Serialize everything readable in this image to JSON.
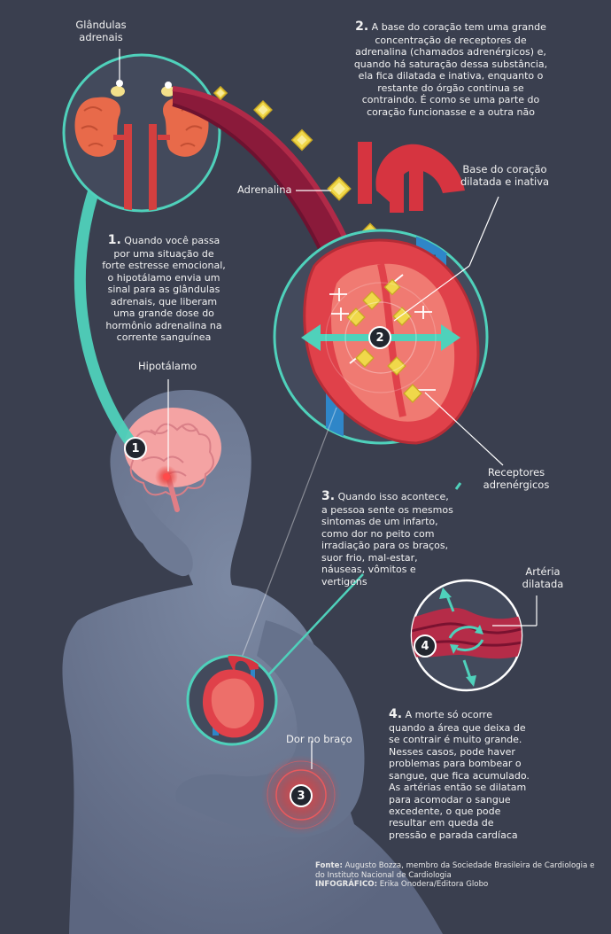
{
  "labels": {
    "adrenal_glands": "Glândulas adrenais",
    "adrenaline": "Adrenalina",
    "heart_base": "Base do coração dilatada e inativa",
    "hypothalamus": "Hipotálamo",
    "receptors": "Receptores adrenérgicos",
    "artery": "Artéria dilatada",
    "chest_pain": "Dor no braço"
  },
  "steps": [
    {
      "num": "1.",
      "badge": "1",
      "text": "Quando você passa por uma situação de forte estresse emocional, o hipotálamo envia um sinal para as glândulas adrenais, que liberam uma grande dose do hormônio adrenalina na corrente sanguínea"
    },
    {
      "num": "2.",
      "badge": "2",
      "text": "A base do coração tem uma grande concentração de receptores de adrenalina (chamados adrenérgicos) e, quando há saturação dessa substância, ela fica dilatada e inativa, enquanto o restante do órgão continua se contraindo. É como se uma parte do coração funcionasse e a outra não"
    },
    {
      "num": "3.",
      "badge": "3",
      "text": "Quando isso acontece, a pessoa sente os mesmos sintomas de um infarto, como dor no peito com irradiação para os braços, suor frio, mal-estar, náuseas, vômitos e vertigens"
    },
    {
      "num": "4.",
      "badge": "4",
      "text": "A morte só ocorre quando a área que deixa de se contrair é muito grande. Nesses casos, pode haver problemas para bombear o sangue, que fica acumulado. As artérias então se dilatam para acomodar o sangue excedente, o que pode resultar em queda de pressão e parada cardíaca"
    }
  ],
  "credits": {
    "source_label": "Fonte:",
    "source_text": "Augusto Bozza, membro da Sociedade Brasileira de Cardiologia e do Instituto Nacional de Cardiologia",
    "infographic_label": "INFOGRÁFICO:",
    "infographic_text": "Erika Onodera/Editora Globo"
  },
  "colors": {
    "background": "#3a3f4f",
    "teal": "#4fd1bb",
    "body": "#6b7790",
    "heart_red": "#d9383f",
    "vessel": "#8a1a3a",
    "adrenaline": "#f0d84a"
  }
}
